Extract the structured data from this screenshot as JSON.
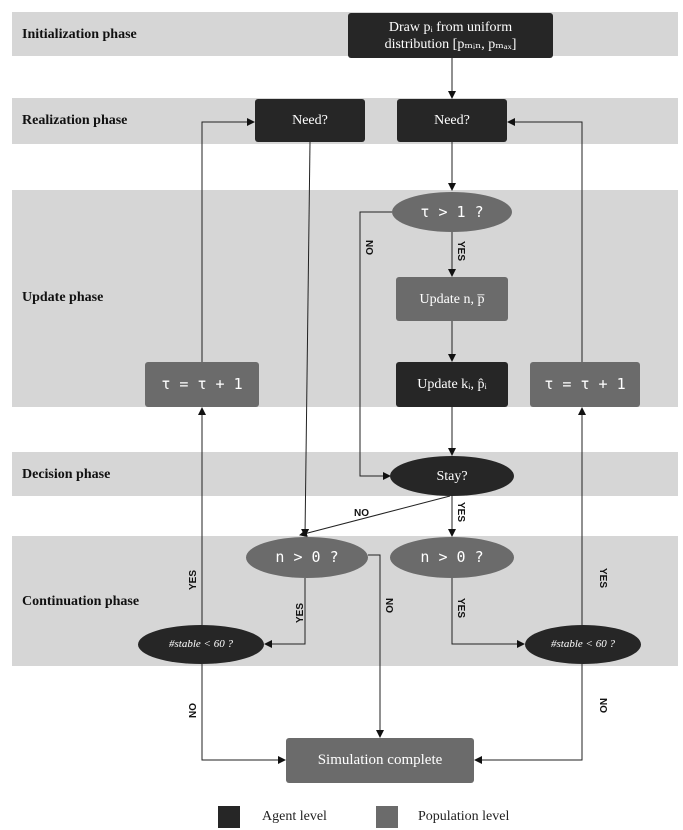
{
  "phases": {
    "initialization": "Initialization phase",
    "realization": "Realization phase",
    "update": "Update phase",
    "decision": "Decision phase",
    "continuation": "Continuation phase"
  },
  "nodes": {
    "draw_line1": "Draw pᵢ from uniform",
    "draw_line2": "distribution [pₘᵢₙ, pₘₐₓ]",
    "need_agent": "Need?",
    "need_pop": "Need?",
    "tau_check": "τ > 1 ?",
    "update_n": "Update n, p̅",
    "update_k": "Update kᵢ, p̂ᵢ",
    "tau_inc_left": "τ = τ + 1",
    "tau_inc_right": "τ = τ + 1",
    "stay": "Stay?",
    "n_check_left": "n > 0 ?",
    "n_check_right": "n > 0 ?",
    "stable_left": "#stable < 60 ?",
    "stable_right": "#stable < 60 ?",
    "complete": "Simulation complete"
  },
  "edge_labels": {
    "yes": "YES",
    "no": "NO"
  },
  "legend": {
    "agent": "Agent level",
    "population": "Population level"
  },
  "colors": {
    "agent": "#262626",
    "population": "#6b6b6b",
    "band": "#d6d6d6"
  }
}
